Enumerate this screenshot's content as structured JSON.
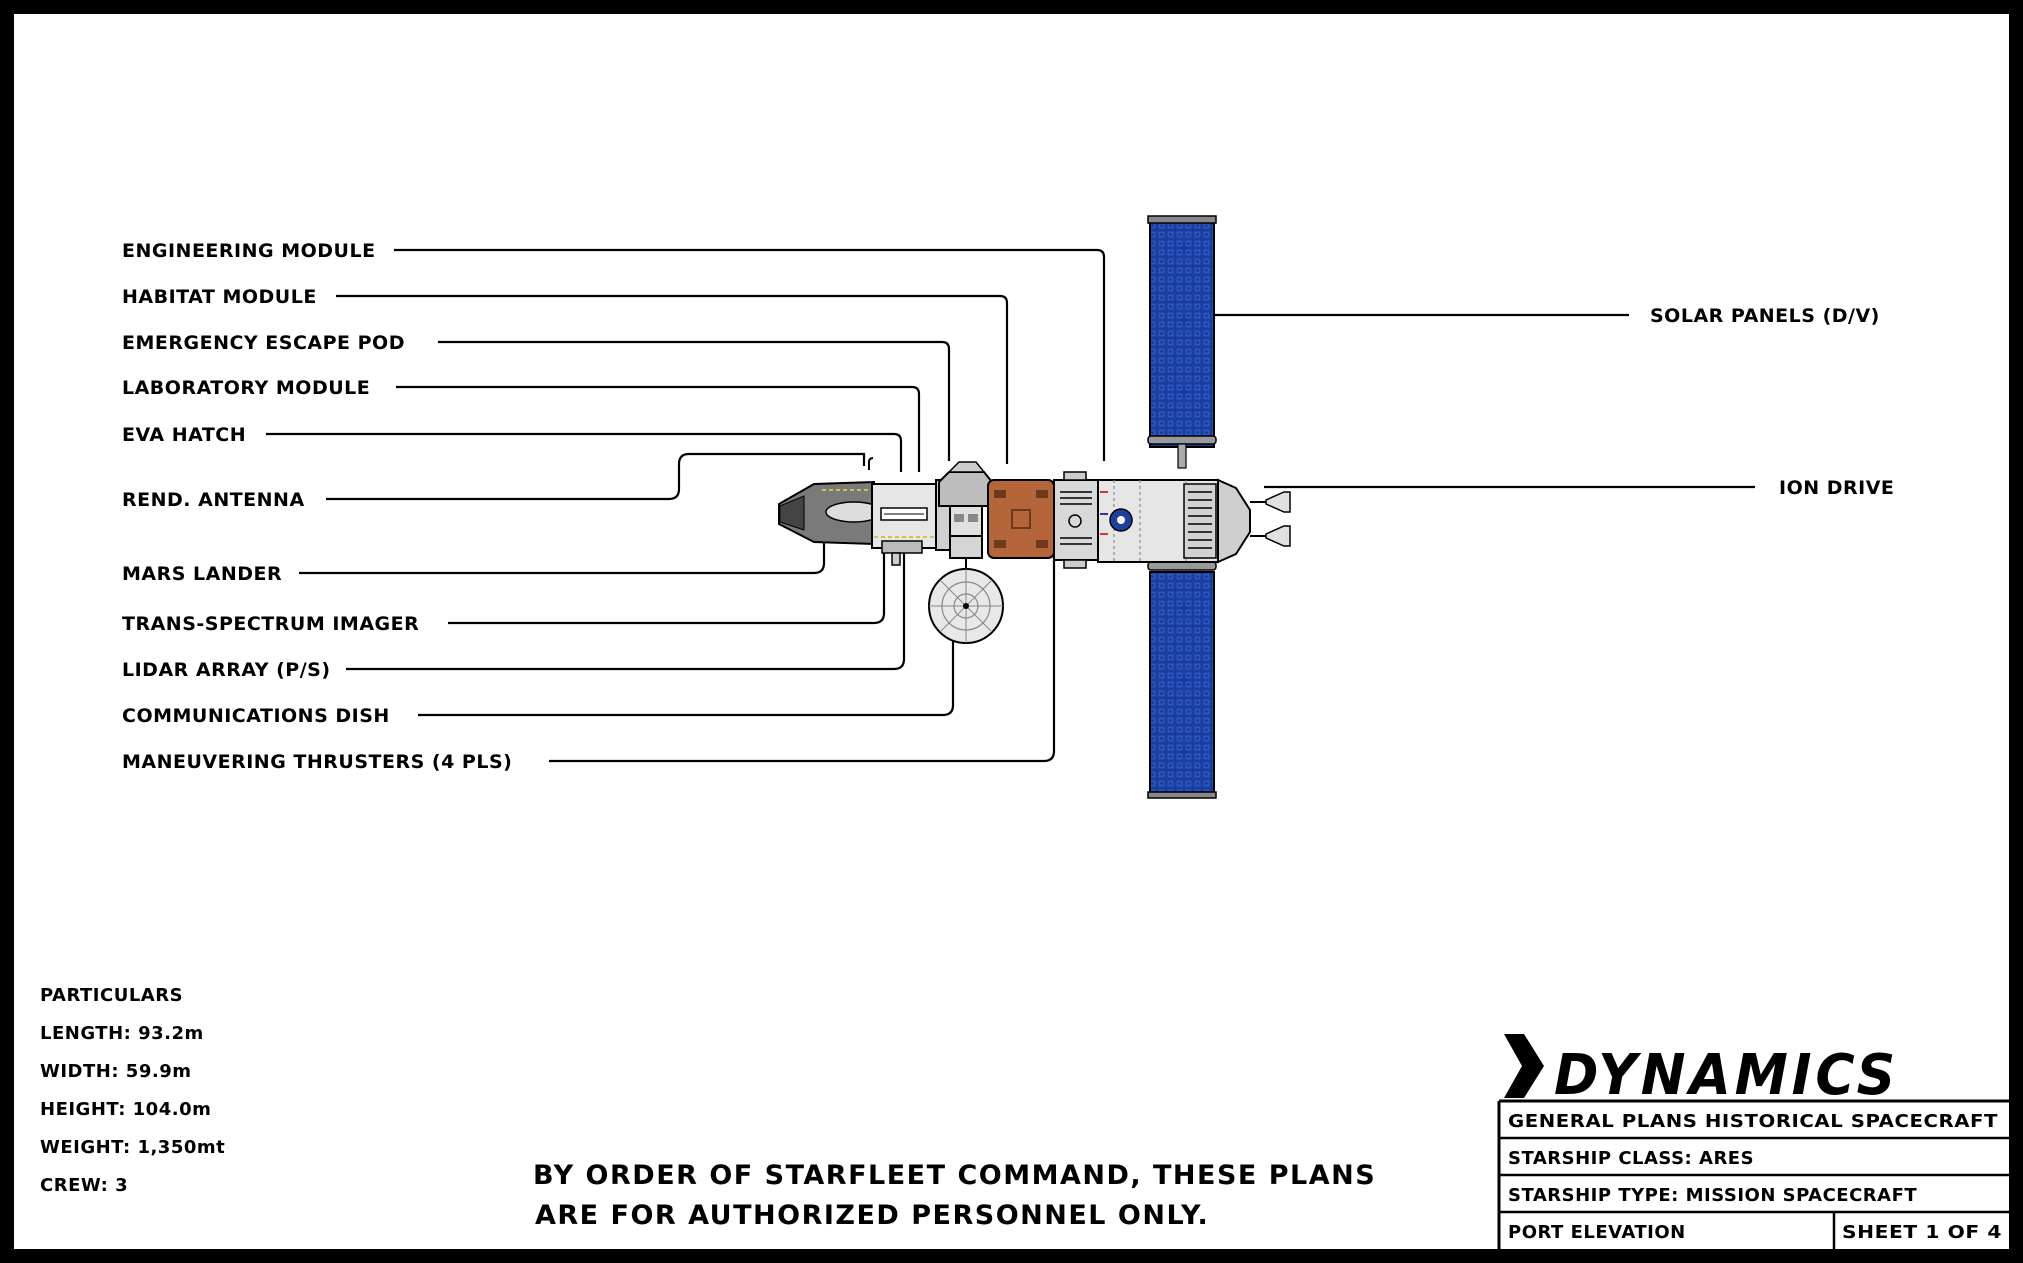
{
  "callouts_left": [
    "ENGINEERING MODULE",
    "HABITAT MODULE",
    "EMERGENCY ESCAPE POD",
    "LABORATORY MODULE",
    "EVA HATCH",
    "REND. ANTENNA",
    "MARS LANDER",
    "TRANS-SPECTRUM IMAGER",
    "LIDAR ARRAY (P/S)",
    "COMMUNICATIONS DISH",
    "MANEUVERING THRUSTERS (4 PLS)"
  ],
  "callouts_right": [
    "SOLAR PANELS (D/V)",
    "ION DRIVE"
  ],
  "particulars": {
    "heading": "PARTICULARS",
    "length": "LENGTH: 93.2m",
    "width": "WIDTH: 59.9m",
    "height": "HEIGHT: 104.0m",
    "weight": "WEIGHT: 1,350mt",
    "crew": "CREW: 3"
  },
  "notice": {
    "line1": "BY ORDER OF STARFLEET COMMAND, THESE PLANS",
    "line2": "ARE FOR AUTHORIZED PERSONNEL ONLY."
  },
  "title_block": {
    "logo": "DYNAMICS",
    "row1": "GENERAL PLANS HISTORICAL SPACECRAFT",
    "row2": "STARSHIP CLASS: ARES",
    "row3": "STARSHIP TYPE: MISSION SPACECRAFT",
    "row4_left": "PORT ELEVATION",
    "row4_right": "SHEET 1 OF 4"
  },
  "colors": {
    "solar_panel": "#1a3d9e",
    "habitat_module": "#b5653a",
    "hull": "#dcdcdc",
    "line": "#000000"
  }
}
